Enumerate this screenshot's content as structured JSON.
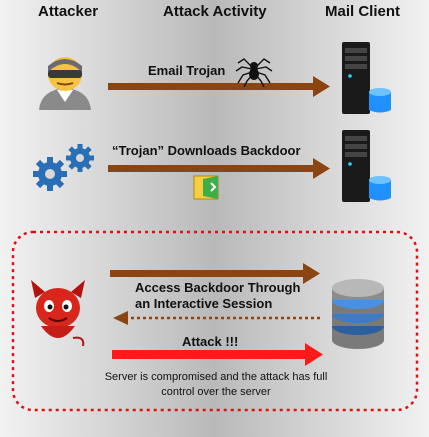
{
  "headers": {
    "attacker": "Attacker",
    "activity": "Attack Activity",
    "client": "Mail Client"
  },
  "steps": [
    {
      "label": "Email Trojan"
    },
    {
      "label": "“Trojan” Downloads Backdoor"
    },
    {
      "label_line1": "Access Backdoor Through",
      "label_line2": "an Interactive Session"
    },
    {
      "label": "Attack !!!"
    }
  ],
  "note": {
    "line1": "Server is compromised and the attack has full",
    "line2": "control over the server"
  },
  "colors": {
    "arrow_brown": "#8B4513",
    "arrow_red": "#ff1a1a",
    "dashed_border": "#e01010",
    "server_blue": "#1e90ff"
  },
  "icons": {
    "attacker": "masked-attacker-icon",
    "spider": "spider-icon",
    "mail_server": "mail-server-icon",
    "gears": "gears-icon",
    "backdoor": "backdoor-door-icon",
    "devil": "devil-icon",
    "database": "database-server-icon"
  }
}
